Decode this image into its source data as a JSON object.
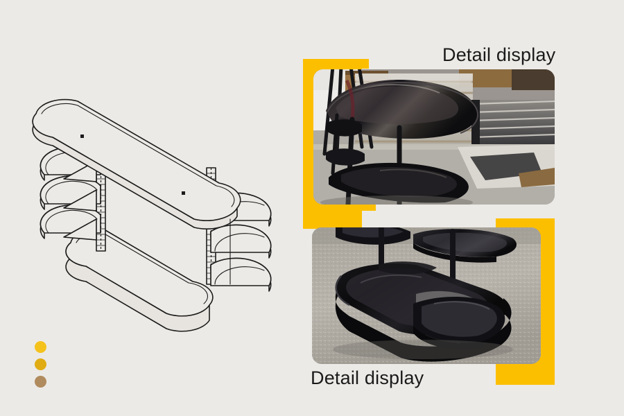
{
  "page": {
    "background_color": "#ECEAE6",
    "accent_yellow": "#FCBF00",
    "line_color": "#1a1a1a"
  },
  "product": {
    "type": "oval-multi-tier-shelf-unit",
    "drawing_style": "isometric-technical-line-drawing",
    "shelf_count": 4,
    "description_visible": ""
  },
  "cards": [
    {
      "id": "detail-1",
      "caption": "Detail display",
      "caption_position": "top-right",
      "frame_position": "left",
      "frame_color": "#FCBF00",
      "photo_alt": "black glossy oval shelf unit in warehouse with stacked panels"
    },
    {
      "id": "detail-2",
      "caption": "Detail display",
      "caption_position": "bottom-left",
      "frame_position": "right",
      "frame_color": "#FCBF00",
      "photo_alt": "close-up of black oval base with semicircular glass shelves on concrete floor"
    }
  ],
  "dots": {
    "count": 3,
    "colors": [
      "#F5C21B",
      "#E0AC12",
      "#B08B5E"
    ]
  }
}
